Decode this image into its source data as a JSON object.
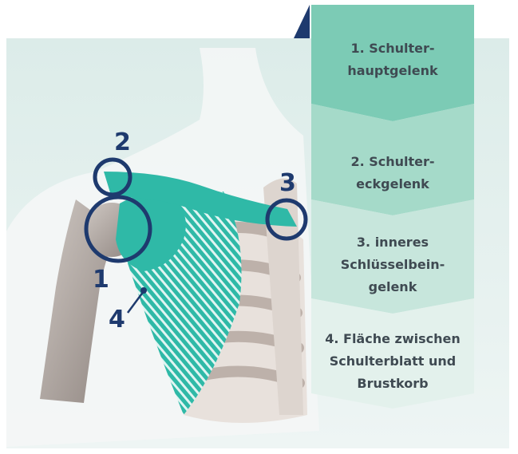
{
  "callouts": {
    "one": "1",
    "two": "2",
    "three": "3",
    "four": "4"
  },
  "steps": [
    {
      "lines": [
        "1. Schulter-",
        "hauptgelenk"
      ],
      "color": "#7ccbb5"
    },
    {
      "lines": [
        "2. Schulter-",
        "eckgelenk"
      ],
      "color": "#a5dac9"
    },
    {
      "lines": [
        "3. inneres",
        "Schlüsselbein-",
        "gelenk"
      ],
      "color": "#c7e6dc"
    },
    {
      "lines": [
        "4. Fläche zwischen",
        "Schulterblatt und",
        "Brustkorb"
      ],
      "color": "#e3f1ec"
    }
  ],
  "colors": {
    "highlight": "#2fb9a7",
    "navy": "#1e3a6e",
    "background": "#e7f1f0"
  }
}
